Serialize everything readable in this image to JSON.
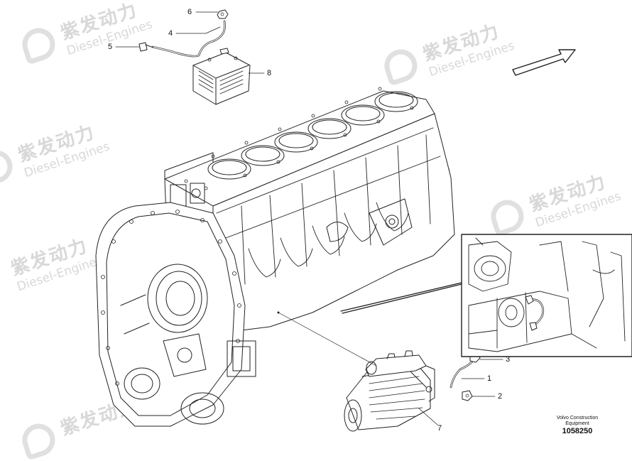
{
  "watermark": {
    "brand_cn": "紫发动力",
    "brand_en": "Diesel-Engines"
  },
  "callouts": [
    "1",
    "2",
    "3",
    "4",
    "5",
    "6",
    "7",
    "8"
  ],
  "footer": {
    "manufacturer_line1": "Volvo Construction",
    "manufacturer_line2": "Equipment",
    "drawing_number": "1058250"
  },
  "icons": {
    "direction": "arrow-icon"
  }
}
